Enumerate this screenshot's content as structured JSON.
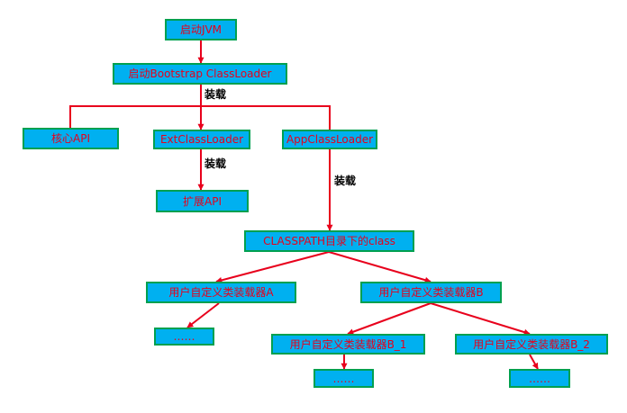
{
  "colors": {
    "box_fill": "#00b0f0",
    "box_border": "#00a050",
    "text": "#e8001c",
    "arrow": "#e8001c"
  },
  "nodes": {
    "start_jvm": "启动JVM",
    "bootstrap": "启动Bootstrap ClassLoader",
    "core_api": "核心API",
    "ext_loader": "ExtClassLoader",
    "app_loader": "AppClassLoader",
    "ext_api": "扩展API",
    "classpath": "CLASSPATH目录下的class",
    "loader_a": "用户自定义类装载器A",
    "loader_b": "用户自定义类装载器B",
    "a_more": "……",
    "loader_b1": "用户自定义类装载器B_1",
    "loader_b2": "用户自定义类装载器B_2",
    "b1_more": "……",
    "b2_more": "……"
  },
  "edge_labels": {
    "load_1": "装载",
    "load_2": "装载",
    "load_3": "装载"
  }
}
